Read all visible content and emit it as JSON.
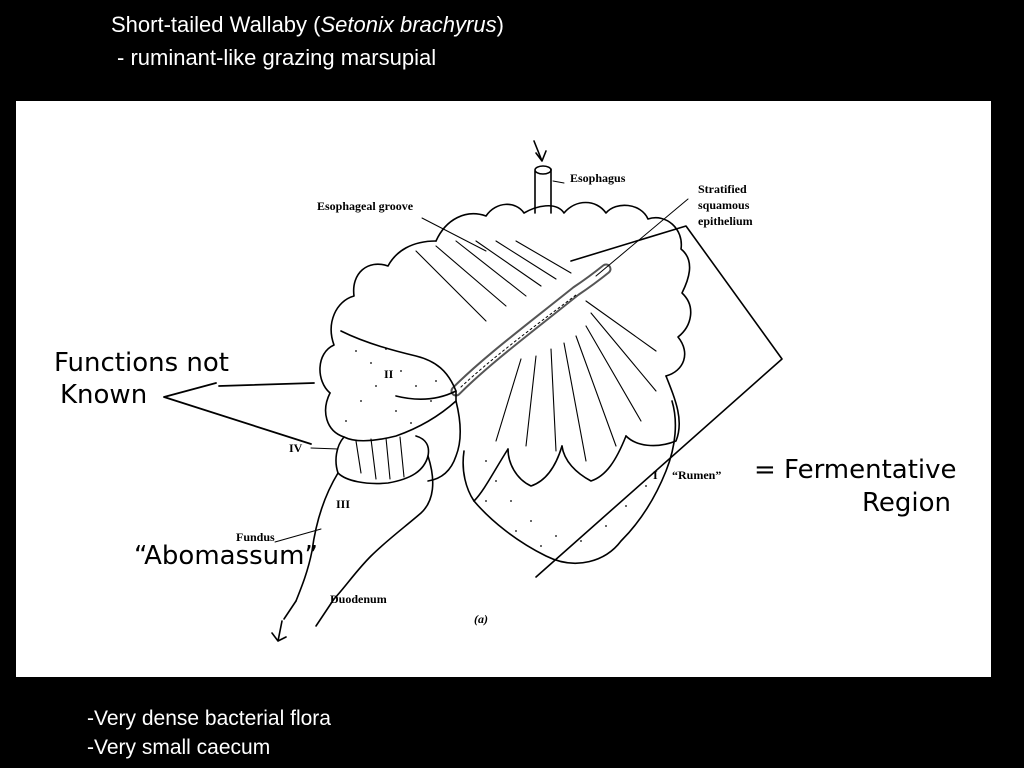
{
  "header": {
    "title_prefix": "Short-tailed Wallaby (",
    "title_italic": "Setonix brachyrus",
    "title_suffix": ")",
    "subtitle": " - ruminant-like grazing marsupial"
  },
  "diagram": {
    "labels": {
      "esophagus": "Esophagus",
      "esophageal_groove": "Esophageal groove",
      "stratified_1": "Stratified",
      "stratified_2": "squamous",
      "stratified_3": "epithelium",
      "region_ii": "II",
      "region_iv": "IV",
      "region_iii": "III",
      "region_i": "I",
      "rumen": "“Rumen”",
      "fundus": "Fundus",
      "duodenum": "Duodenum",
      "caption": "(a)"
    },
    "handwritten": {
      "functions_1": "Functions not",
      "functions_2": "Known",
      "fermentative_1": "= Fermentative",
      "fermentative_2": "Region",
      "abomassum": "“Abomassum”"
    }
  },
  "footer": {
    "bullet_1": "-Very dense bacterial flora",
    "bullet_2": "-Very small caecum"
  }
}
